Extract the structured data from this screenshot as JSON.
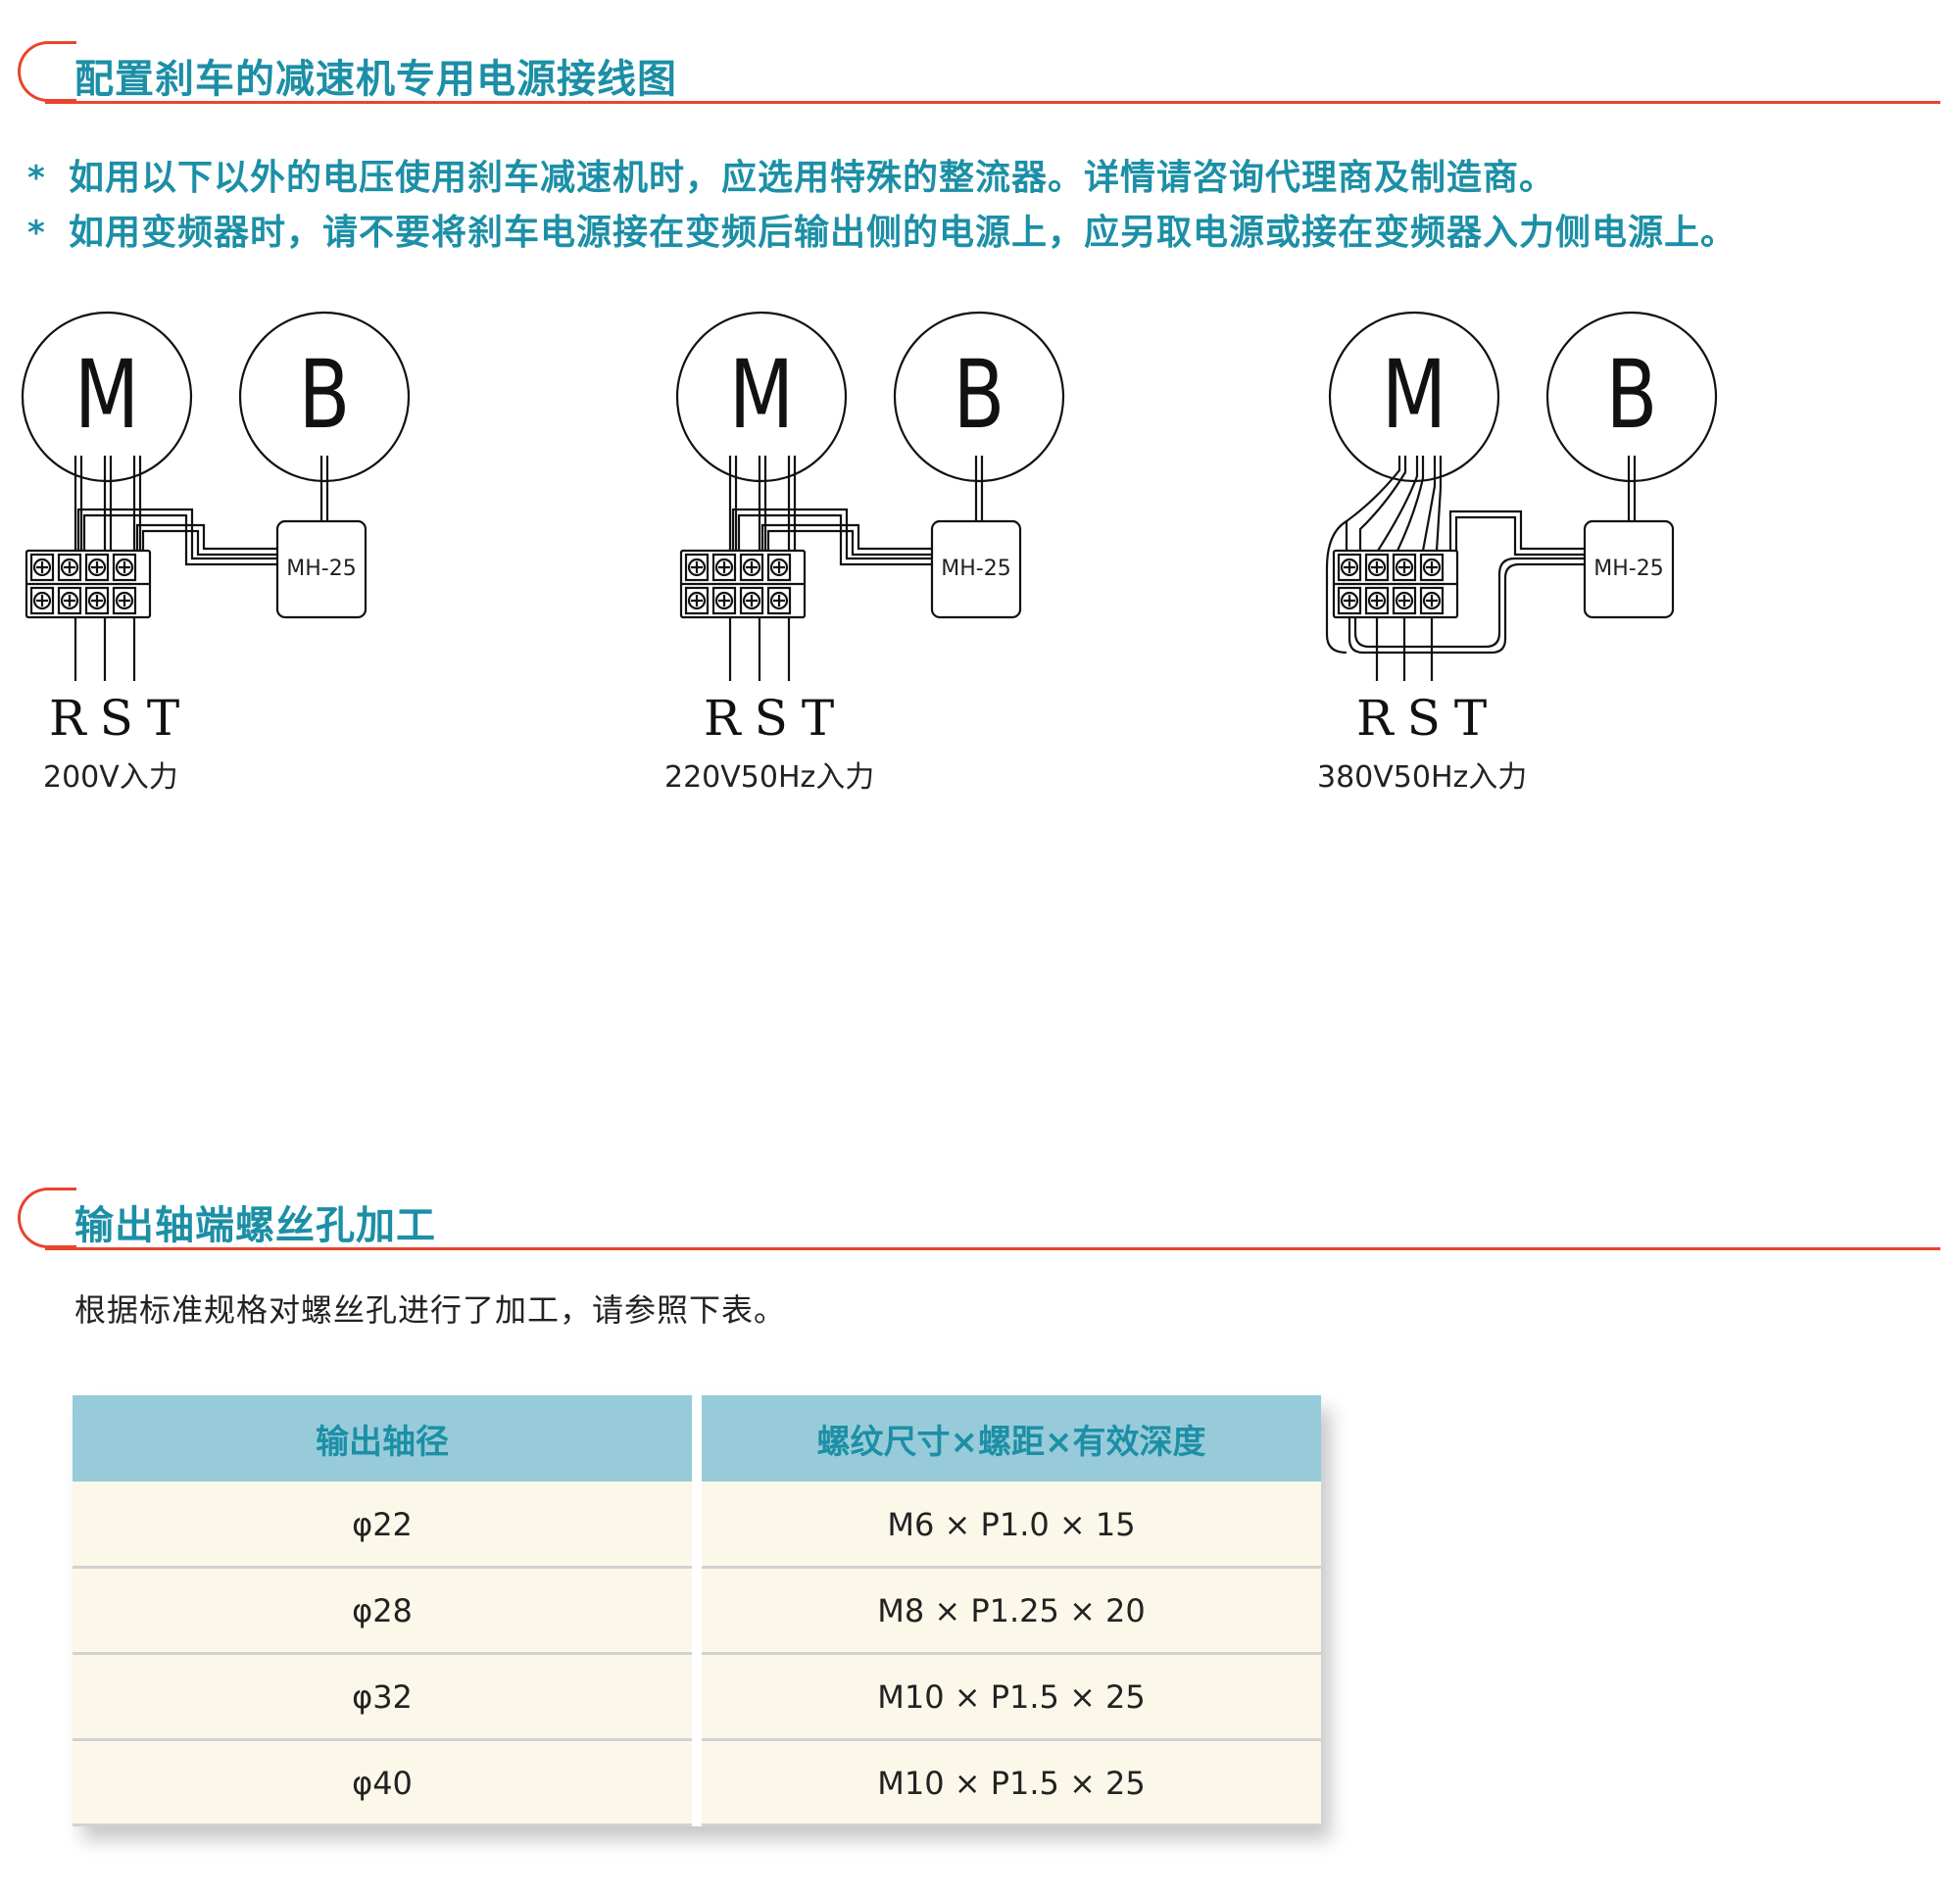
{
  "wiring_section": {
    "title": "配置刹车的减速机专用电源接线图",
    "notes": [
      {
        "star": "*",
        "text": "如用以下以外的电压使用刹车减速机时，应选用特殊的整流器。详情请咨询代理商及制造商。"
      },
      {
        "star": "*",
        "text": "如用变频器时，请不要将刹车电源接在变频后输出侧的电源上，应另取电源或接在变频器入力侧电源上。"
      }
    ],
    "diagrams": [
      {
        "motor": "M",
        "brake": "B",
        "rectifier": "MH-25",
        "phases": "RST",
        "caption": "200V入力"
      },
      {
        "motor": "M",
        "brake": "B",
        "rectifier": "MH-25",
        "phases": "RST",
        "caption": "220V50Hz入力"
      },
      {
        "motor": "M",
        "brake": "B",
        "rectifier": "MH-25",
        "phases": "RST",
        "caption": "380V50Hz入力"
      }
    ]
  },
  "thread_section": {
    "title": "输出轴端螺丝孔加工",
    "intro": "根据标准规格对螺丝孔进行了加工，请参照下表。",
    "table": {
      "headers": [
        "输出轴径",
        "螺纹尺寸×螺距×有效深度"
      ],
      "rows": [
        [
          "φ22",
          "M6 × P1.0 × 15"
        ],
        [
          "φ28",
          "M8 × P1.25 × 20"
        ],
        [
          "φ32",
          "M10 × P1.5 × 25"
        ],
        [
          "φ40",
          "M10 × P1.5 × 25"
        ]
      ]
    }
  },
  "colors": {
    "accent_red": "#e8442e",
    "title_teal": "#1c8fa6",
    "table_header_bg": "#97cbd9",
    "table_body_bg": "#fbf8ea"
  }
}
